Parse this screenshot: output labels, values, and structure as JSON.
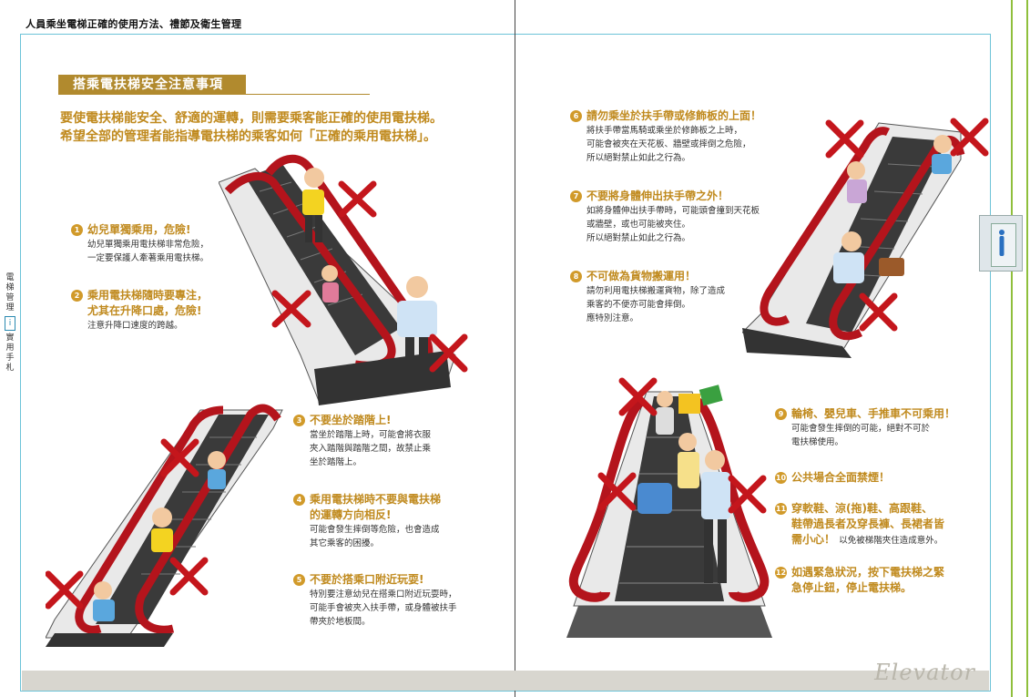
{
  "header": {
    "title": "人員乘坐電梯正確的使用方法、禮節及衛生管理"
  },
  "spine": {
    "top": [
      "電",
      "梯",
      "管",
      "理"
    ],
    "icon": "i",
    "bottom": [
      "實",
      "用",
      "手",
      "札"
    ]
  },
  "section_title": "搭乘電扶梯安全注意事項",
  "intro": [
    "要使電扶梯能安全、舒適的運轉，則需要乘客能正確的使用電扶梯。",
    "希望全部的管理者能指導電扶梯的乘客如何「正確的乘用電扶梯」。"
  ],
  "tips": [
    {
      "num": "1",
      "title": [
        "幼兒單獨乘用，危險!"
      ],
      "body": [
        "幼兒單獨乘用電扶梯非常危險，",
        "一定要保護人牽著乘用電扶梯。"
      ]
    },
    {
      "num": "2",
      "title": [
        "乘用電扶梯隨時要專注，",
        "尤其在升降口處，危險!"
      ],
      "body": [
        "注意升降口速度的跨越。"
      ]
    },
    {
      "num": "3",
      "title": [
        "不要坐於踏階上!"
      ],
      "body": [
        "當坐於踏階上時，可能會將衣服",
        "夾入踏階與踏階之間，故禁止乘",
        "坐於踏階上。"
      ]
    },
    {
      "num": "4",
      "title": [
        "乘用電扶梯時不要與電扶梯",
        "的運轉方向相反!"
      ],
      "body": [
        "可能會發生摔倒等危險，也會造成",
        "其它乘客的困擾。"
      ]
    },
    {
      "num": "5",
      "title": [
        "不要於搭乘口附近玩耍!"
      ],
      "body": [
        "特別要注意幼兒在搭乘口附近玩耍時，",
        "可能手會被夾入扶手帶，或身體被扶手",
        "帶夾於地板間。"
      ]
    },
    {
      "num": "6",
      "title": [
        "請勿乘坐於扶手帶或修飾板的上面！"
      ],
      "body": [
        "將扶手帶當馬騎或乘坐於修飾板之上時，",
        "可能會被夾在天花板、牆壁或摔倒之危險，",
        "所以絕對禁止如此之行為。"
      ]
    },
    {
      "num": "7",
      "title": [
        "不要將身體伸出扶手帶之外！"
      ],
      "body": [
        "如將身體伸出扶手帶時，可能頭會撞到天花板",
        "或牆壁，或也可能被夾住。",
        "所以絕對禁止如此之行為。"
      ]
    },
    {
      "num": "8",
      "title": [
        "不可做為貨物搬運用！"
      ],
      "body": [
        "請勿利用電扶梯搬運貨物，除了造成",
        "乘客的不便亦可能會摔倒。",
        "應特別注意。"
      ]
    },
    {
      "num": "9",
      "title": [
        "輪椅、嬰兒車、手推車不可乘用！"
      ],
      "body": [
        "可能會發生摔倒的可能，絕對不可於",
        "電扶梯使用。"
      ]
    },
    {
      "num": "10",
      "title": [
        "公共場合全面禁煙！"
      ],
      "body": []
    },
    {
      "num": "11",
      "title": [
        "穿軟鞋、涼(拖)鞋、高跟鞋、",
        "鞋帶過長者及穿長褲、長裙者皆",
        "需小心！"
      ],
      "note": "以免被梯階夾住造成意外。",
      "body": []
    },
    {
      "num": "12",
      "title": [
        "如遇緊急狀況，按下電扶梯之緊",
        "急停止鈕，停止電扶梯。"
      ],
      "body": []
    }
  ],
  "watermark": "Elevator",
  "colors": {
    "accent": "#c08a1e",
    "title_bg": "#b18a2e",
    "frame": "#6cc3d8",
    "x_mark": "#c4161c",
    "rail": "#b4141c"
  }
}
